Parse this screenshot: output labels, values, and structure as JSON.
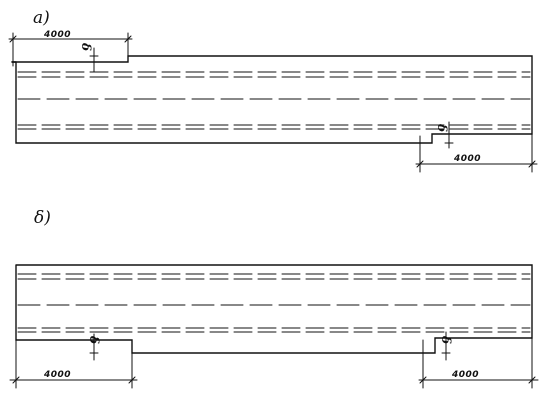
{
  "panels": [
    {
      "label": "а)",
      "dimensions": [
        "4000",
        "4000"
      ],
      "gap_symbol": [
        "δ",
        "δ"
      ]
    },
    {
      "label": "δ)",
      "dimensions": [
        "4000",
        "4000"
      ],
      "gap_symbol": [
        "δ",
        "δ"
      ]
    }
  ]
}
